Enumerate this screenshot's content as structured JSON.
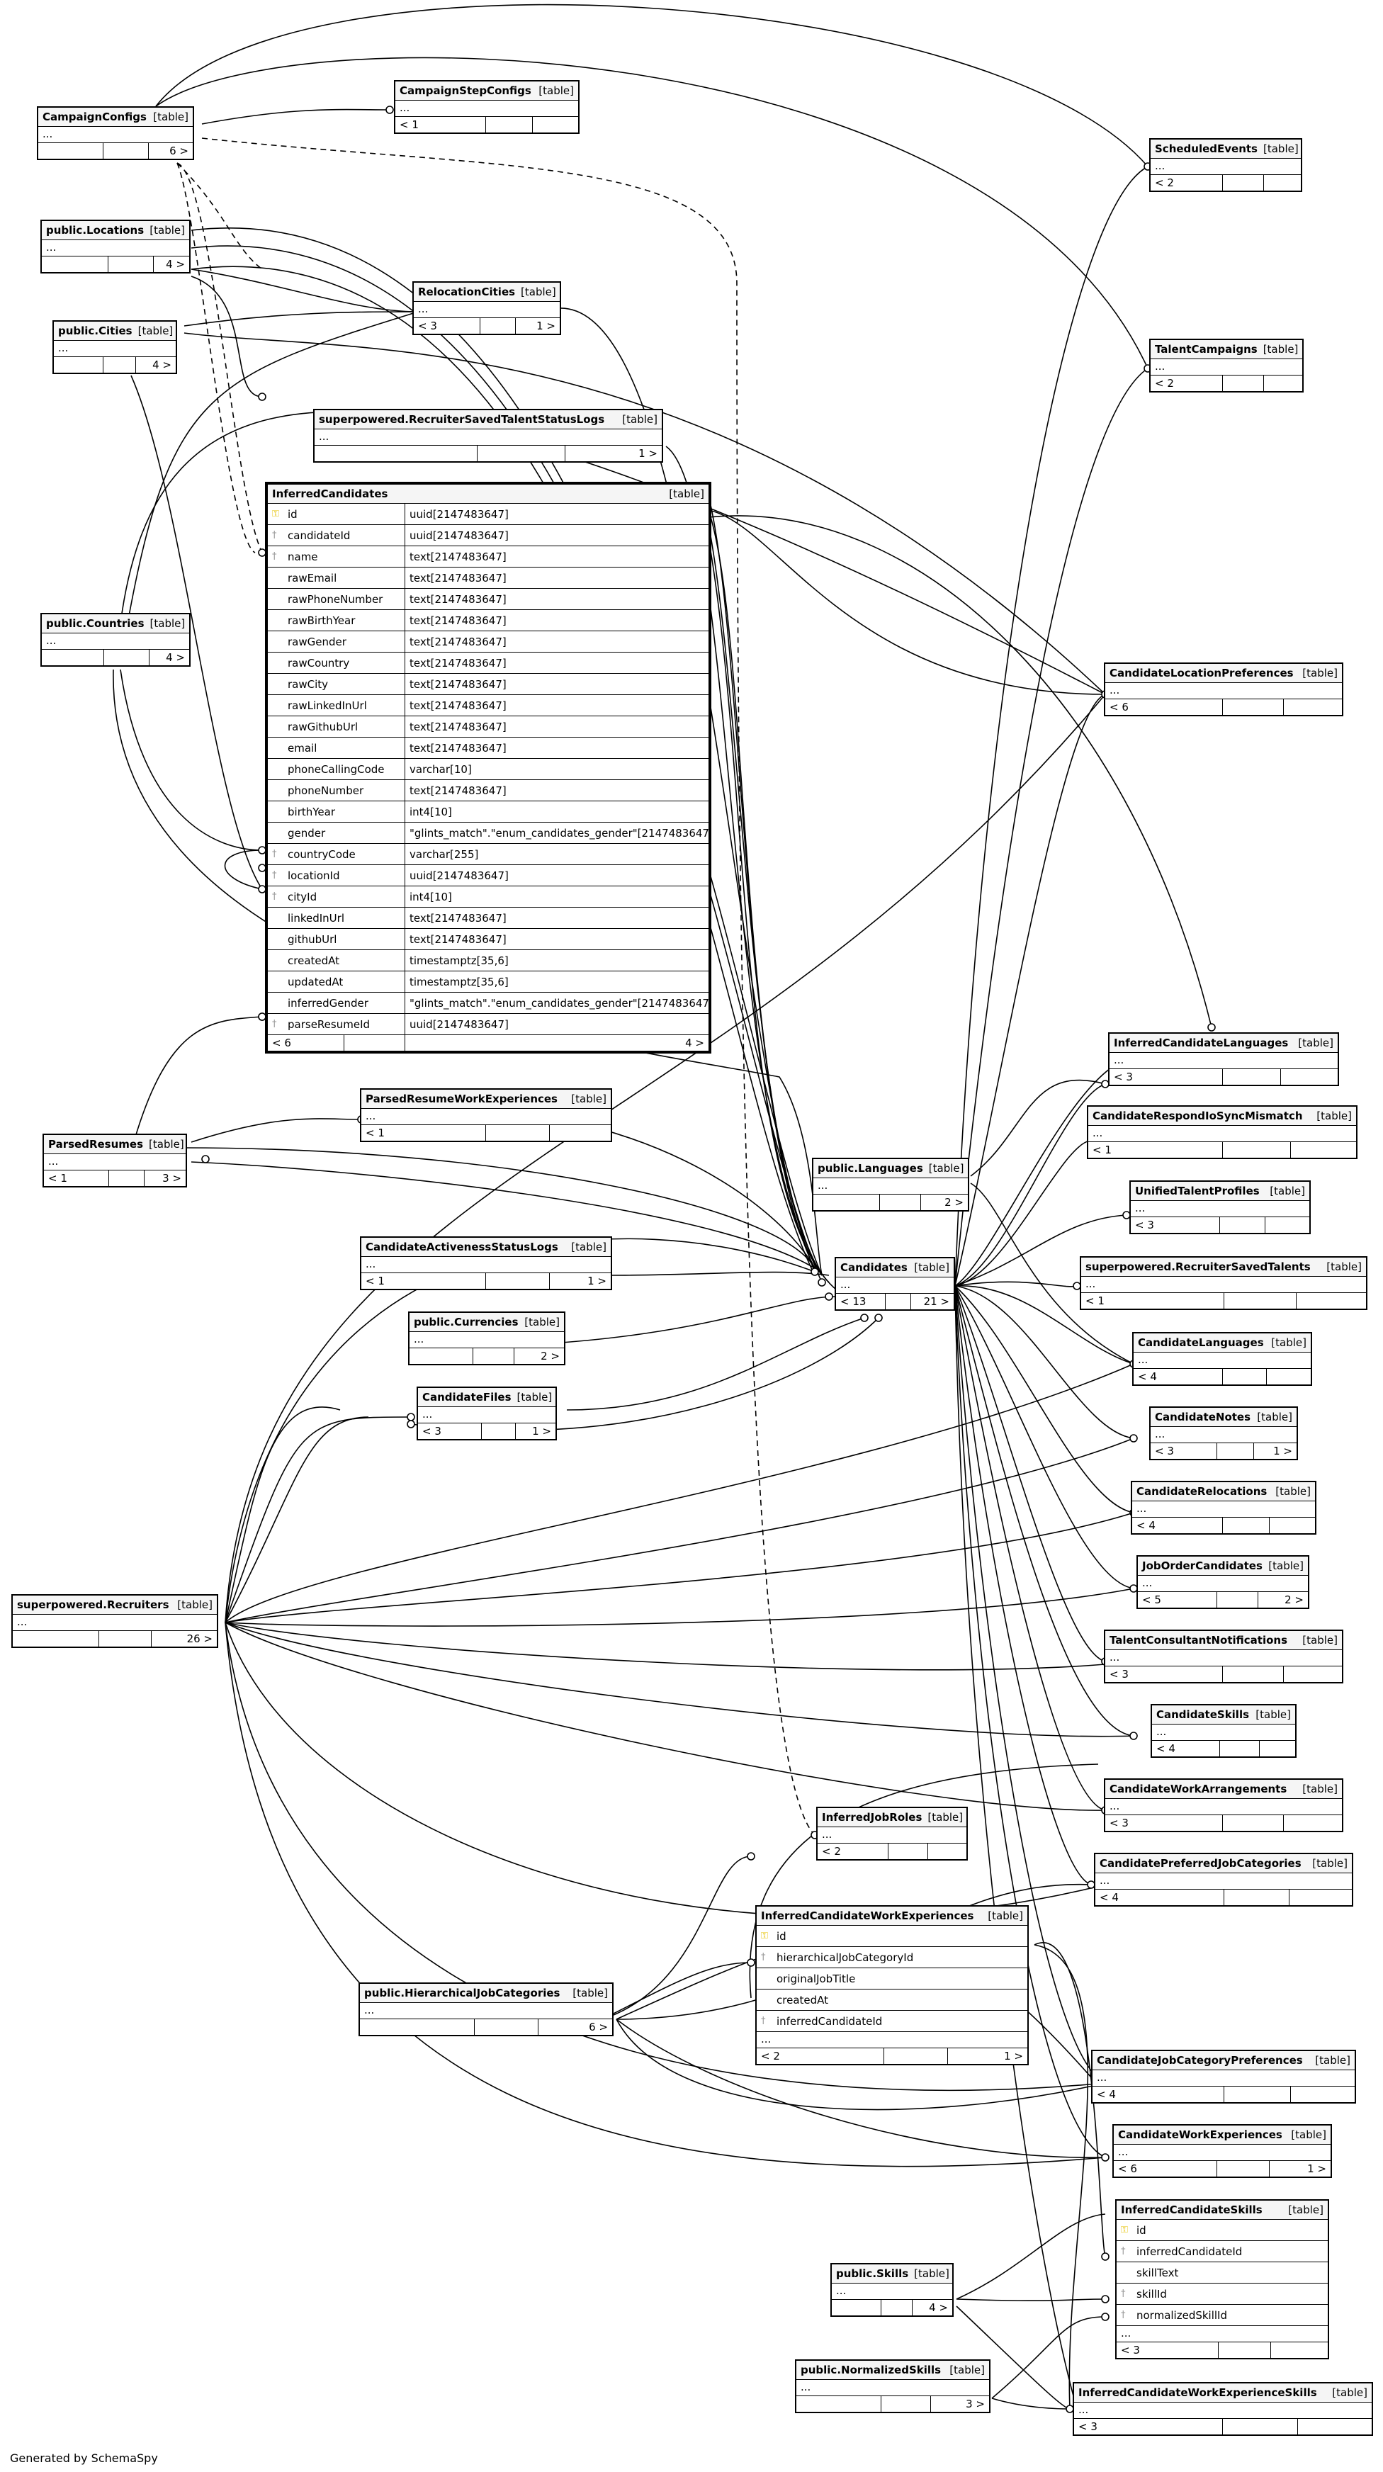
{
  "footer": "Generated by SchemaSpy",
  "table_tag": "[table]",
  "tables": {
    "campaignConfigs": {
      "name": "CampaignConfigs",
      "dots": "...",
      "foot": [
        "",
        "",
        "6 >"
      ]
    },
    "campaignStepConfigs": {
      "name": "CampaignStepConfigs",
      "dots": "...",
      "foot": [
        "< 1",
        "",
        ""
      ]
    },
    "scheduledEvents": {
      "name": "ScheduledEvents",
      "dots": "...",
      "foot": [
        "< 2",
        "",
        ""
      ]
    },
    "locations": {
      "name": "public.Locations",
      "dots": "...",
      "foot": [
        "",
        "",
        "4 >"
      ]
    },
    "relocationCities": {
      "name": "RelocationCities",
      "dots": "...",
      "foot": [
        "< 3",
        "",
        "1 >"
      ]
    },
    "cities": {
      "name": "public.Cities",
      "dots": "...",
      "foot": [
        "",
        "",
        "4 >"
      ]
    },
    "talentCampaigns": {
      "name": "TalentCampaigns",
      "dots": "...",
      "foot": [
        "< 2",
        "",
        ""
      ]
    },
    "savedStatusLogs": {
      "name": "superpowered.RecruiterSavedTalentStatusLogs",
      "dots": "...",
      "foot": [
        "",
        "",
        "1 >"
      ]
    },
    "countries": {
      "name": "public.Countries",
      "dots": "...",
      "foot": [
        "",
        "",
        "4 >"
      ]
    },
    "candLocPrefs": {
      "name": "CandidateLocationPreferences",
      "dots": "...",
      "foot": [
        "< 6",
        "",
        ""
      ]
    },
    "inferredCandLangs": {
      "name": "InferredCandidateLanguages",
      "dots": "...",
      "foot": [
        "< 3",
        "",
        ""
      ]
    },
    "parsedResumeWork": {
      "name": "ParsedResumeWorkExperiences",
      "dots": "...",
      "foot": [
        "< 1",
        "",
        ""
      ]
    },
    "respondMismatch": {
      "name": "CandidateRespondIoSyncMismatch",
      "dots": "...",
      "foot": [
        "< 1",
        "",
        ""
      ]
    },
    "parsedResumes": {
      "name": "ParsedResumes",
      "dots": "...",
      "foot": [
        "< 1",
        "",
        "3 >"
      ]
    },
    "languages": {
      "name": "public.Languages",
      "dots": "...",
      "foot": [
        "",
        "",
        "2 >"
      ]
    },
    "unifiedProfiles": {
      "name": "UnifiedTalentProfiles",
      "dots": "...",
      "foot": [
        "< 3",
        "",
        ""
      ]
    },
    "activenessLogs": {
      "name": "CandidateActivenessStatusLogs",
      "dots": "...",
      "foot": [
        "< 1",
        "",
        "1 >"
      ]
    },
    "candidates": {
      "name": "Candidates",
      "dots": "...",
      "foot": [
        "< 13",
        "",
        "21 >"
      ]
    },
    "savedTalents": {
      "name": "superpowered.RecruiterSavedTalents",
      "dots": "...",
      "foot": [
        "< 1",
        "",
        ""
      ]
    },
    "currencies": {
      "name": "public.Currencies",
      "dots": "...",
      "foot": [
        "",
        "",
        "2 >"
      ]
    },
    "candLanguages": {
      "name": "CandidateLanguages",
      "dots": "...",
      "foot": [
        "< 4",
        "",
        ""
      ]
    },
    "candFiles": {
      "name": "CandidateFiles",
      "dots": "...",
      "foot": [
        "< 3",
        "",
        "1 >"
      ]
    },
    "candNotes": {
      "name": "CandidateNotes",
      "dots": "...",
      "foot": [
        "< 3",
        "",
        "1 >"
      ]
    },
    "candRelocations": {
      "name": "CandidateRelocations",
      "dots": "...",
      "foot": [
        "< 4",
        "",
        ""
      ]
    },
    "recruiters": {
      "name": "superpowered.Recruiters",
      "dots": "...",
      "foot": [
        "",
        "",
        "26 >"
      ]
    },
    "jobOrderCands": {
      "name": "JobOrderCandidates",
      "dots": "...",
      "foot": [
        "< 5",
        "",
        "2 >"
      ]
    },
    "consultantNotifs": {
      "name": "TalentConsultantNotifications",
      "dots": "...",
      "foot": [
        "< 3",
        "",
        ""
      ]
    },
    "candSkills": {
      "name": "CandidateSkills",
      "dots": "...",
      "foot": [
        "< 4",
        "",
        ""
      ]
    },
    "workArrangements": {
      "name": "CandidateWorkArrangements",
      "dots": "...",
      "foot": [
        "< 3",
        "",
        ""
      ]
    },
    "inferredJobRoles": {
      "name": "InferredJobRoles",
      "dots": "...",
      "foot": [
        "< 2",
        "",
        ""
      ]
    },
    "prefJobCats": {
      "name": "CandidatePreferredJobCategories",
      "dots": "...",
      "foot": [
        "< 4",
        "",
        ""
      ]
    },
    "hierJobCats": {
      "name": "public.HierarchicalJobCategories",
      "dots": "...",
      "foot": [
        "",
        "",
        "6 >"
      ]
    },
    "jobCatPrefs": {
      "name": "CandidateJobCategoryPreferences",
      "dots": "...",
      "foot": [
        "< 4",
        "",
        ""
      ]
    },
    "candWorkExp": {
      "name": "CandidateWorkExperiences",
      "dots": "...",
      "foot": [
        "< 6",
        "",
        "1 >"
      ]
    },
    "skills": {
      "name": "public.Skills",
      "dots": "...",
      "foot": [
        "",
        "",
        "4 >"
      ]
    },
    "normSkills": {
      "name": "public.NormalizedSkills",
      "dots": "...",
      "foot": [
        "",
        "",
        "3 >"
      ]
    },
    "icwes": {
      "name": "InferredCandidateWorkExperienceSkills",
      "dots": "...",
      "foot": [
        "< 3",
        "",
        ""
      ]
    }
  },
  "inferredCandidates": {
    "name": "InferredCandidates",
    "columns": [
      {
        "name": "id",
        "type": "uuid[2147483647]",
        "icon": "key"
      },
      {
        "name": "candidateId",
        "type": "uuid[2147483647]",
        "icon": "fk"
      },
      {
        "name": "name",
        "type": "text[2147483647]",
        "icon": "fk"
      },
      {
        "name": "rawEmail",
        "type": "text[2147483647]",
        "icon": ""
      },
      {
        "name": "rawPhoneNumber",
        "type": "text[2147483647]",
        "icon": ""
      },
      {
        "name": "rawBirthYear",
        "type": "text[2147483647]",
        "icon": ""
      },
      {
        "name": "rawGender",
        "type": "text[2147483647]",
        "icon": ""
      },
      {
        "name": "rawCountry",
        "type": "text[2147483647]",
        "icon": ""
      },
      {
        "name": "rawCity",
        "type": "text[2147483647]",
        "icon": ""
      },
      {
        "name": "rawLinkedInUrl",
        "type": "text[2147483647]",
        "icon": ""
      },
      {
        "name": "rawGithubUrl",
        "type": "text[2147483647]",
        "icon": ""
      },
      {
        "name": "email",
        "type": "text[2147483647]",
        "icon": ""
      },
      {
        "name": "phoneCallingCode",
        "type": "varchar[10]",
        "icon": ""
      },
      {
        "name": "phoneNumber",
        "type": "text[2147483647]",
        "icon": ""
      },
      {
        "name": "birthYear",
        "type": "int4[10]",
        "icon": ""
      },
      {
        "name": "gender",
        "type": "\"glints_match\".\"enum_candidates_gender\"[2147483647]",
        "icon": ""
      },
      {
        "name": "countryCode",
        "type": "varchar[255]",
        "icon": "fk"
      },
      {
        "name": "locationId",
        "type": "uuid[2147483647]",
        "icon": "fk"
      },
      {
        "name": "cityId",
        "type": "int4[10]",
        "icon": "fk"
      },
      {
        "name": "linkedInUrl",
        "type": "text[2147483647]",
        "icon": ""
      },
      {
        "name": "githubUrl",
        "type": "text[2147483647]",
        "icon": ""
      },
      {
        "name": "createdAt",
        "type": "timestamptz[35,6]",
        "icon": ""
      },
      {
        "name": "updatedAt",
        "type": "timestamptz[35,6]",
        "icon": ""
      },
      {
        "name": "inferredGender",
        "type": "\"glints_match\".\"enum_candidates_gender\"[2147483647]",
        "icon": ""
      },
      {
        "name": "parseResumeId",
        "type": "uuid[2147483647]",
        "icon": "fk"
      }
    ],
    "foot": [
      "< 6",
      "",
      "4 >"
    ]
  },
  "icwe": {
    "name": "InferredCandidateWorkExperiences",
    "columns": [
      {
        "name": "id",
        "icon": "key"
      },
      {
        "name": "hierarchicalJobCategoryId",
        "icon": "fk"
      },
      {
        "name": "originalJobTitle",
        "icon": ""
      },
      {
        "name": "createdAt",
        "icon": ""
      },
      {
        "name": "inferredCandidateId",
        "icon": "fk"
      }
    ],
    "dots": "...",
    "foot": [
      "< 2",
      "",
      "1 >"
    ]
  },
  "ics": {
    "name": "InferredCandidateSkills",
    "columns": [
      {
        "name": "id",
        "icon": "key"
      },
      {
        "name": "inferredCandidateId",
        "icon": "fk"
      },
      {
        "name": "skillText",
        "icon": ""
      },
      {
        "name": "skillId",
        "icon": "fk"
      },
      {
        "name": "normalizedSkillId",
        "icon": "fk"
      }
    ],
    "dots": "...",
    "foot": [
      "< 3",
      "",
      ""
    ]
  },
  "icons": {
    "key": "key-icon",
    "fk": "foreign-key-icon"
  }
}
